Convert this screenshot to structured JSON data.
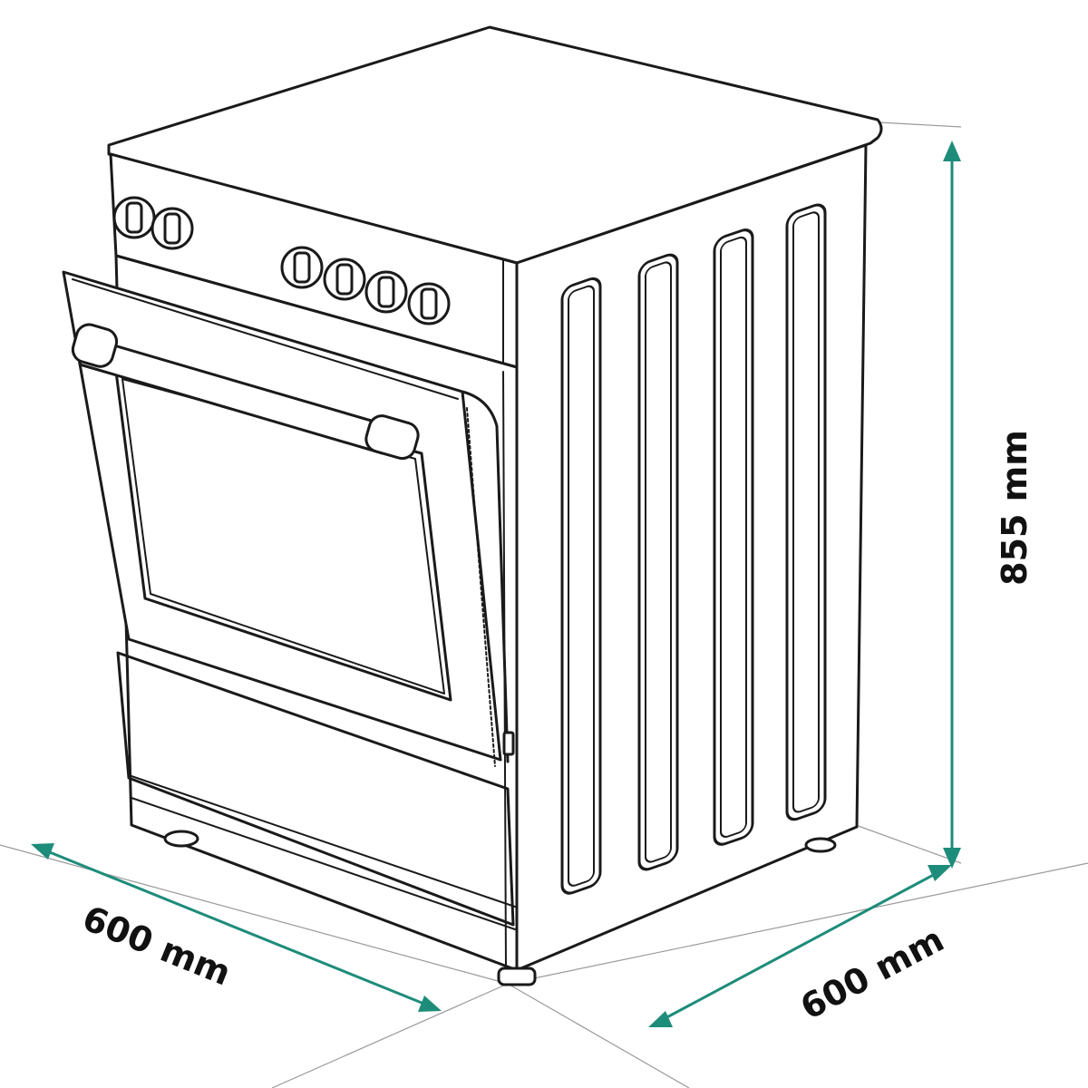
{
  "colors": {
    "line": "#1a1a1a",
    "dimension": "#1e8c7a",
    "background": "#ffffff"
  },
  "dimensions": {
    "width_label": "600 mm",
    "depth_label": "600 mm",
    "height_label": "855 mm"
  },
  "icons": {
    "control_knob": "control-knob-icon"
  }
}
